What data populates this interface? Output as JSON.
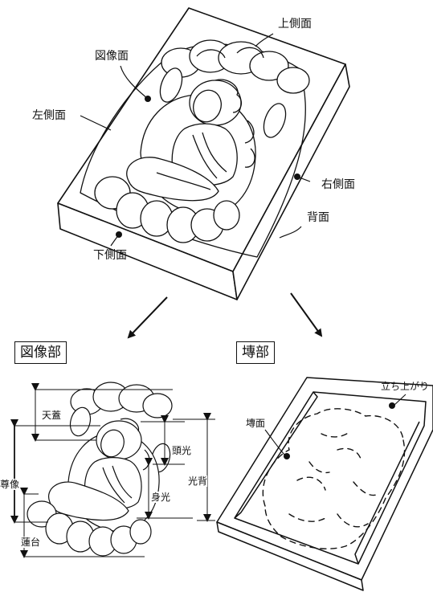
{
  "top_labels": {
    "image_face": "図像面",
    "top_side": "上側面",
    "left_side": "左側面",
    "right_side": "右側面",
    "back": "背面",
    "bottom_side": "下側面"
  },
  "sections": {
    "image_part": "図像部",
    "tile_part": "塼部"
  },
  "image_part_labels": {
    "canopy": "天蓋",
    "main_figure": "尊像",
    "lotus_base": "蓮台",
    "head_halo": "頭光",
    "body_halo": "身光",
    "full_halo": "光背"
  },
  "tile_part_labels": {
    "rim": "立ち上がり",
    "tile_face": "塼面"
  },
  "colors": {
    "line": "#111111",
    "background": "#ffffff"
  }
}
